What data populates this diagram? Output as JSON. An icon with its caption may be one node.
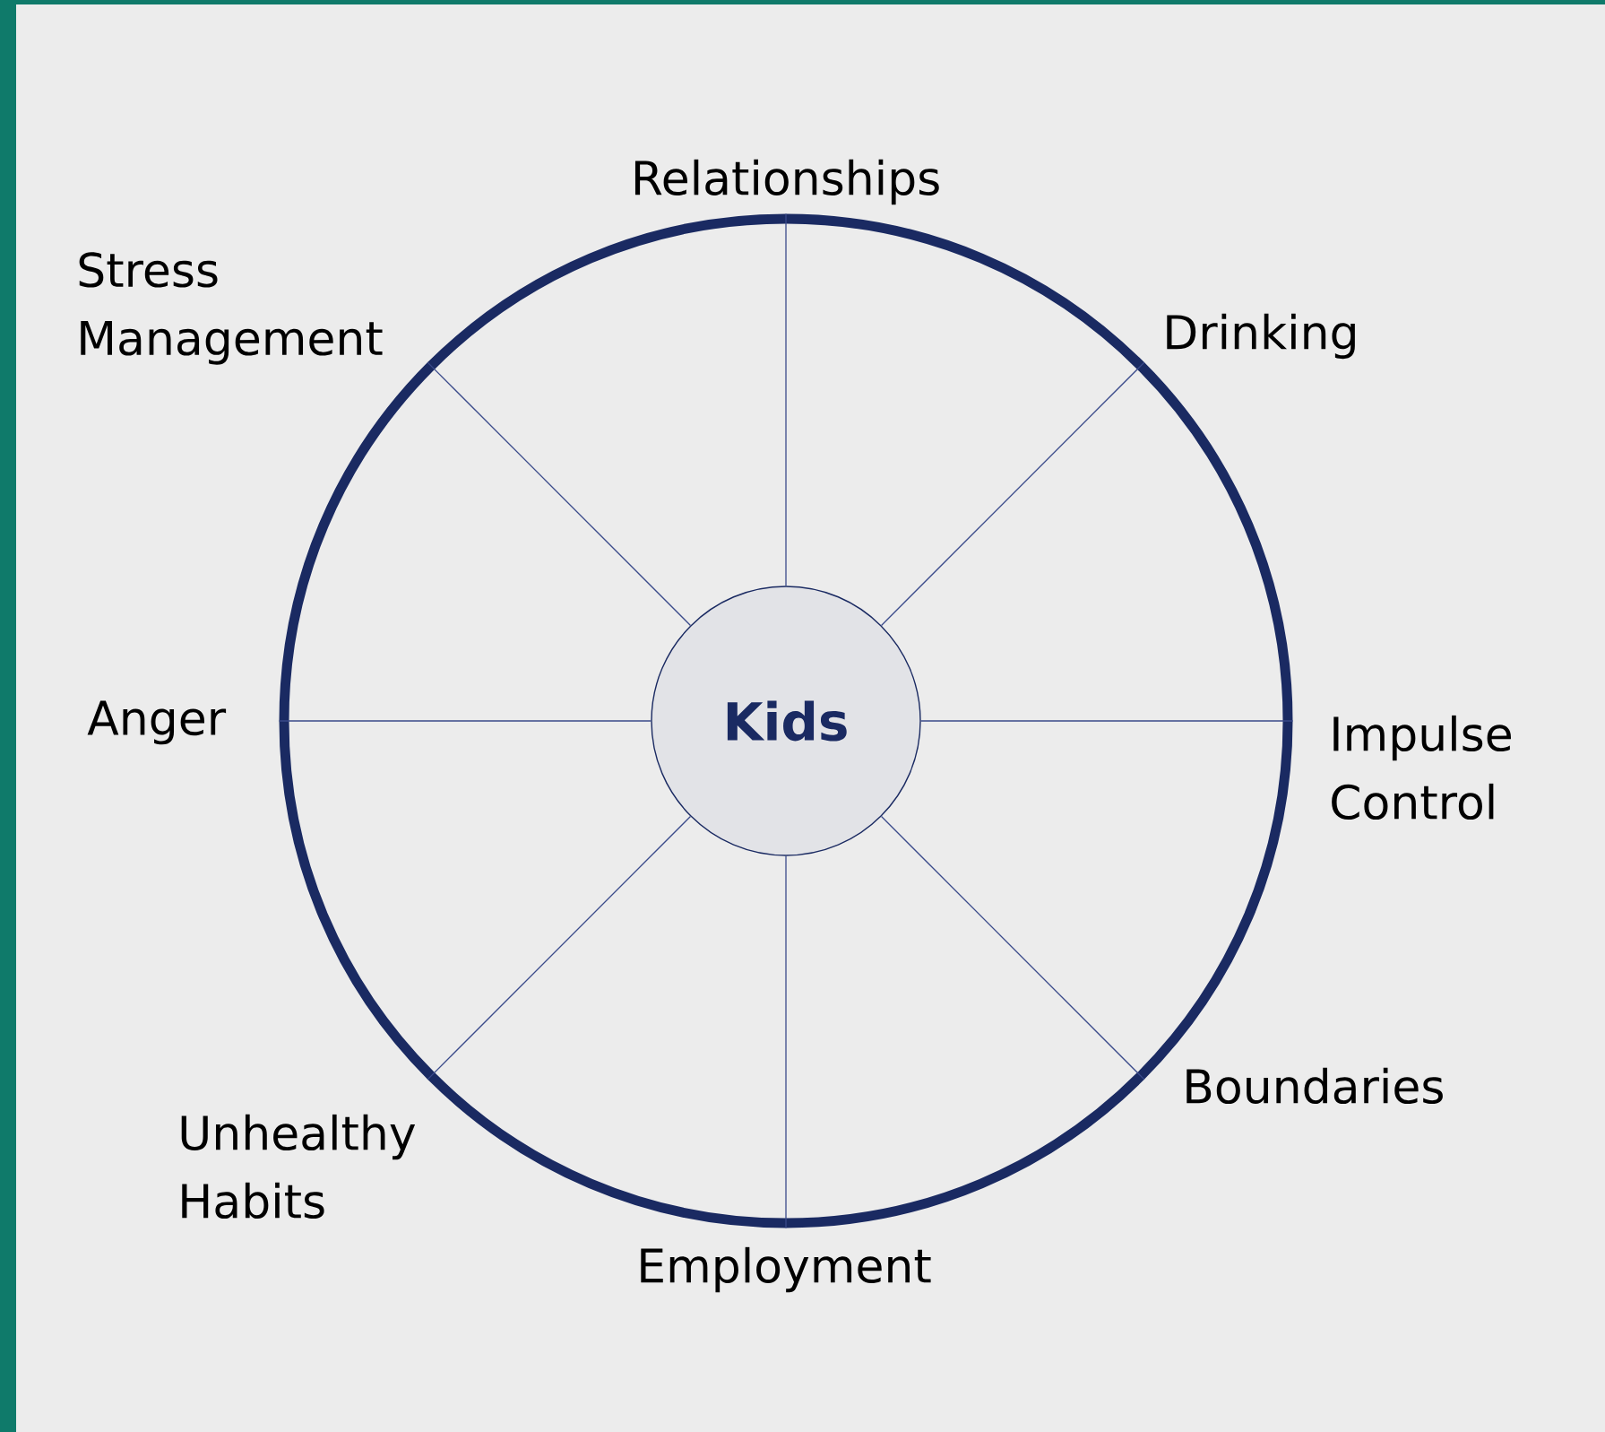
{
  "diagram": {
    "nodes": [
      {
        "text": [],
        "shape": "circle"
      },
      {
        "text": [
          "Kids"
        ],
        "in": 0
      }
    ],
    "edges": [
      {
        "from": 1,
        "to": 0,
        "arrow": "none"
      },
      {
        "from": 1,
        "to": 0,
        "arrow": "none"
      },
      {
        "from": 1,
        "to": 0,
        "arrow": "none"
      },
      {
        "from": 1,
        "to": 0,
        "arrow": "none"
      },
      {
        "from": 1,
        "to": 0,
        "arrow": "none"
      },
      {
        "from": 1,
        "to": 0,
        "arrow": "none"
      },
      {
        "from": 1,
        "to": 0,
        "arrow": "none"
      },
      {
        "from": 1,
        "to": 0,
        "arrow": "none"
      }
    ],
    "labels": [
      "Relationships",
      "Stress Management",
      "Drinking",
      "Anger",
      "Impulse Control",
      "Boundaries",
      "Unhealthy Habits",
      "Employment"
    ]
  }
}
